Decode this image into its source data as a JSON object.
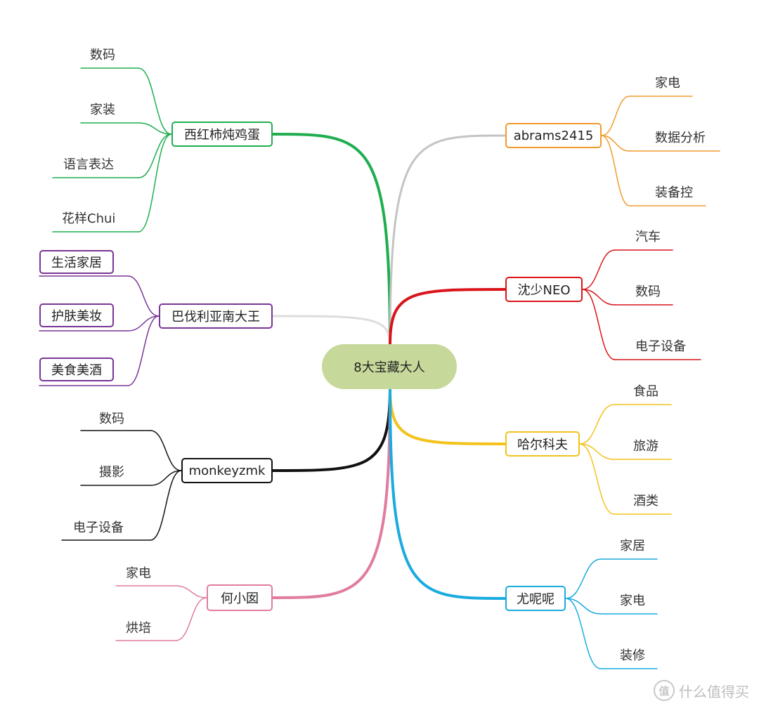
{
  "center": "8大宝藏大人",
  "branches": [
    {
      "name": "西红柿炖鸡蛋",
      "color": "#1fae4f",
      "leaves": [
        "数码",
        "家装",
        "语言表达",
        "花样Chui"
      ]
    },
    {
      "name": "巴伐利亚南大王",
      "color": "#7a3596",
      "leaf_color": "#dcdcdc",
      "leaves": [
        "生活家居",
        "护肤美妆",
        "美食美酒"
      ]
    },
    {
      "name": "monkeyzmk",
      "color": "#111111",
      "leaves": [
        "数码",
        "摄影",
        "电子设备"
      ]
    },
    {
      "name": "何小囡",
      "color": "#e07ca0",
      "leaves": [
        "家电",
        "烘培"
      ]
    },
    {
      "name": "abrams2415",
      "color": "#f19b2c",
      "leaf_color": "#c4c4c4",
      "leaves": [
        "家电",
        "数据分析",
        "装备控"
      ]
    },
    {
      "name": "沈少NEO",
      "color": "#d9141a",
      "leaves": [
        "汽车",
        "数码",
        "电子设备"
      ]
    },
    {
      "name": "哈尔科夫",
      "color": "#f3c21b",
      "leaves": [
        "食品",
        "旅游",
        "酒类"
      ]
    },
    {
      "name": "尤呢呢",
      "color": "#1aabdf",
      "leaves": [
        "家居",
        "家电",
        "装修"
      ]
    }
  ],
  "watermark": {
    "icon": "zhi-icon",
    "icon_glyph": "值",
    "text": "什么值得买"
  }
}
